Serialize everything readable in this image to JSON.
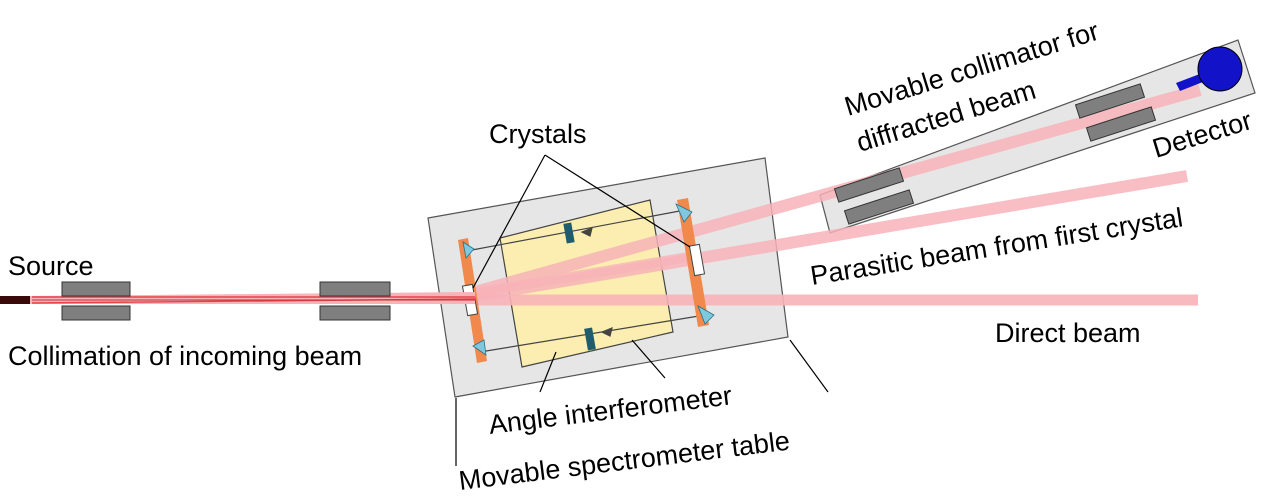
{
  "labels": {
    "source": "Source",
    "collimation": "Collimation of incoming beam",
    "crystals": "Crystals",
    "angle_interferometer": "Angle interferometer",
    "movable_table": "Movable spectrometer table",
    "movable_collimator_line1": "Movable  collimator for",
    "movable_collimator_line2": "diffracted beam",
    "detector": "Detector",
    "parasitic_beam": "Parasitic beam from first crystal",
    "direct_beam": "Direct beam"
  },
  "colors": {
    "beam_core": "#e8434a",
    "beam_light": "#f7b3b8",
    "collimator_block": "#7f7f7f",
    "table_fill": "#e6e6e6",
    "interferometer_fill": "#fbeeb0",
    "crystal_mount": "#f0894b",
    "prism": "#7fc8de",
    "crystal": "#1f5c6e",
    "detector": "#1212c8",
    "source": "#3a0a0a"
  }
}
